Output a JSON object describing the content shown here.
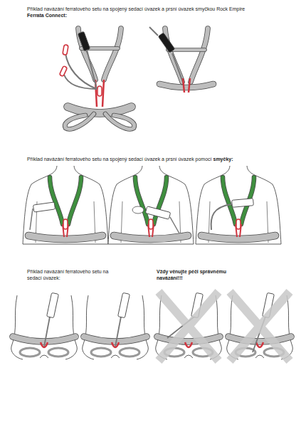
{
  "diagram": {
    "labels": [
      "Příklad navázání ferratového setu na spojený sedací úvazek a prsní úvazek smyčkou Rock Empire",
      "Ferrata Connect:",
      "Příklad navázání ferratového setu na spojený sedací úvazek a prsní úvazek pomocí",
      "smyčky:",
      "Příklad navázání ferratového setu na sedací úvazek:",
      "Vždy věnujte péči správnému navázání!!!"
    ]
  }
}
